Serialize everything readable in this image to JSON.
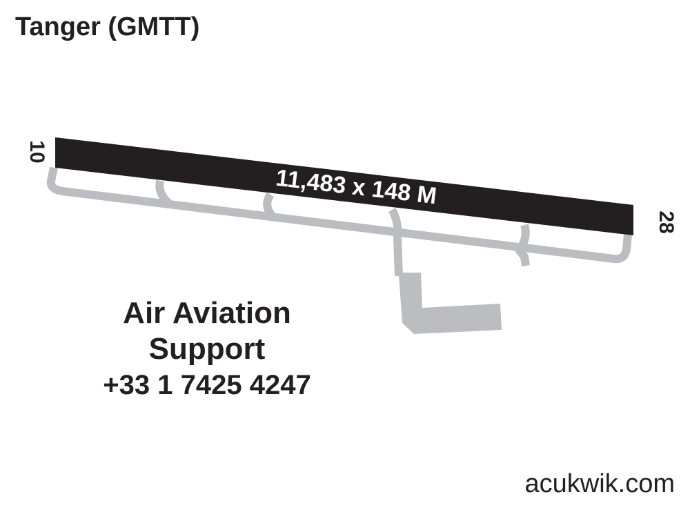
{
  "header": {
    "title": "Tanger (GMTT)"
  },
  "diagram": {
    "runway": {
      "label": "11,483 x 148 M",
      "end_west": "10",
      "end_east": "28"
    },
    "colors": {
      "runway": "#231f20",
      "taxiway": "#bcbdc0",
      "text": "#231f20"
    }
  },
  "fbo": {
    "name_line1": "Air Aviation",
    "name_line2": "Support",
    "phone": "+33 1 7425 4247"
  },
  "footer": {
    "site": "acukwik.com"
  }
}
